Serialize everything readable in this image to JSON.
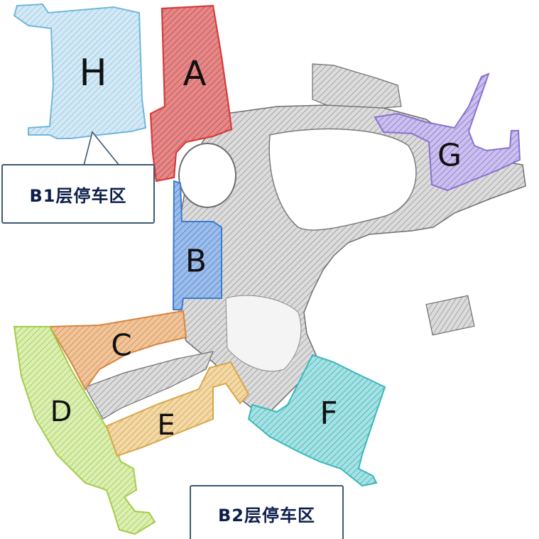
{
  "map": {
    "zones": [
      {
        "id": "H",
        "label": "H",
        "color": "#6fb7dc",
        "fill": "#cfe6f3"
      },
      {
        "id": "A",
        "label": "A",
        "color": "#d63a3a",
        "fill": "#e77f7f"
      },
      {
        "id": "B",
        "label": "B",
        "color": "#3c7bd0",
        "fill": "#8fb3e6"
      },
      {
        "id": "C",
        "label": "C",
        "color": "#d8853e",
        "fill": "#efc090"
      },
      {
        "id": "D",
        "label": "D",
        "color": "#a2cd48",
        "fill": "#d6eaa6"
      },
      {
        "id": "E",
        "label": "E",
        "color": "#d9a548",
        "fill": "#f1d29a"
      },
      {
        "id": "F",
        "label": "F",
        "color": "#38b8bd",
        "fill": "#97dde0"
      },
      {
        "id": "G",
        "label": "G",
        "color": "#8a72d0",
        "fill": "#c2b5e9"
      }
    ],
    "base_color": "#9a9a9a",
    "callouts": {
      "b1": "B1层停车区",
      "b2": "B2层停车区"
    }
  }
}
